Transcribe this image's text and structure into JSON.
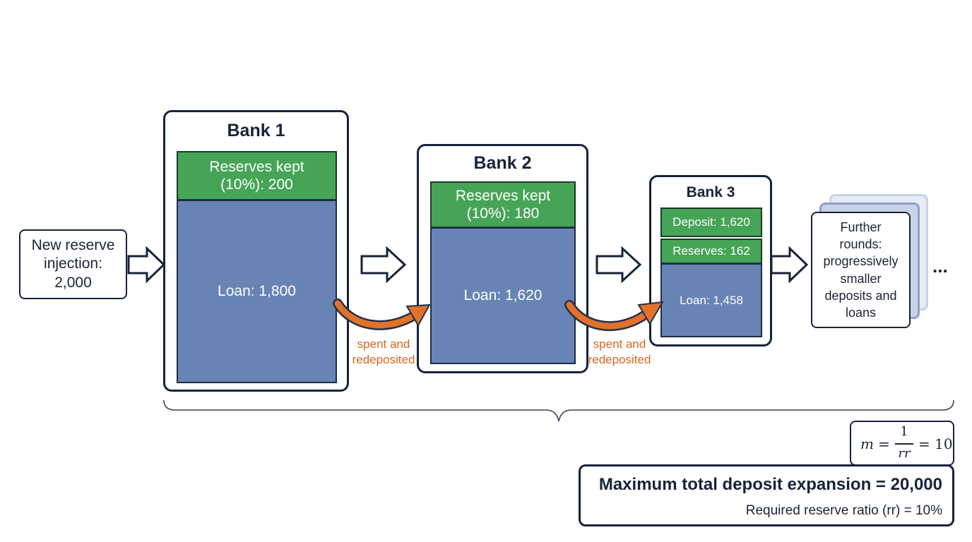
{
  "injection": {
    "label": "New reserve injection: 2,000"
  },
  "banks": [
    {
      "title": "Bank 1",
      "reserves": "Reserves kept (10%): 200",
      "loan": "Loan: 1,800"
    },
    {
      "title": "Bank 2",
      "reserves": "Reserves kept (10%): 180",
      "loan": "Loan: 1,620"
    },
    {
      "title": "Bank 3",
      "deposit": "Deposit: 1,620",
      "reserves": "Reserves: 162",
      "loan": "Loan: 1,458"
    }
  ],
  "flow_labels": [
    "spent and redeposited",
    "spent and redeposited"
  ],
  "further": {
    "label": "Further rounds: progressively smaller deposits and loans",
    "ellipsis": "..."
  },
  "formula": {
    "lhs": "m",
    "eq": "=",
    "numerator": "1",
    "denominator": "rr",
    "result": "= 10"
  },
  "summary": {
    "headline": "Maximum total deposit expansion = 20,000",
    "subline": "Required reserve ratio (rr) = 10%"
  },
  "colors": {
    "navy": "#17233a",
    "green": "#46a457",
    "blue": "#6784b4",
    "orange": "#e2712a"
  }
}
